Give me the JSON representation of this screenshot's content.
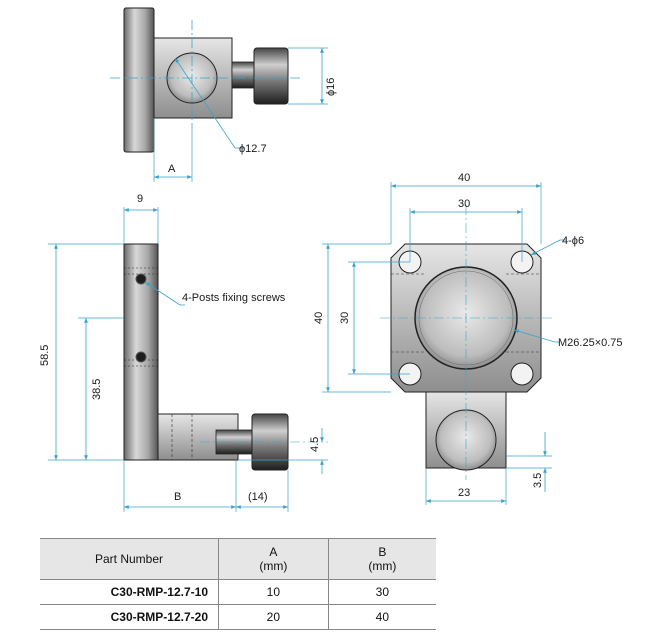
{
  "dimensions": {
    "top_view": {
      "bore_dia": "ϕ12.7",
      "knob_dia": "ϕ16",
      "offset": "A"
    },
    "side_view": {
      "width_top": "9",
      "height_total": "58.5",
      "height_lower": "38.5",
      "base_width": "B",
      "knob_len": "(14)",
      "knob_height": "4.5",
      "callout_screws": "4-Posts fixing screws"
    },
    "front_view": {
      "width_outer": "40",
      "width_inner": "30",
      "height_outer": "40",
      "height_inner": "30",
      "holes": "4-ϕ6",
      "thread": "M26.25×0.75",
      "lower_width": "23",
      "lower_height": "3.5"
    }
  },
  "table": {
    "headers": {
      "part": "Part Number",
      "a": "A",
      "a_unit": "(mm)",
      "b": "B",
      "b_unit": "(mm)"
    },
    "rows": [
      {
        "part": "C30-RMP-12.7-10",
        "a": "10",
        "b": "30"
      },
      {
        "part": "C30-RMP-12.7-20",
        "a": "20",
        "b": "40"
      }
    ]
  },
  "colors": {
    "dimension_line": "#3aa3c9",
    "part_dark": "#2a2a2a",
    "part_mid": "#9a9a9a",
    "table_header": "#e6e6e6"
  }
}
